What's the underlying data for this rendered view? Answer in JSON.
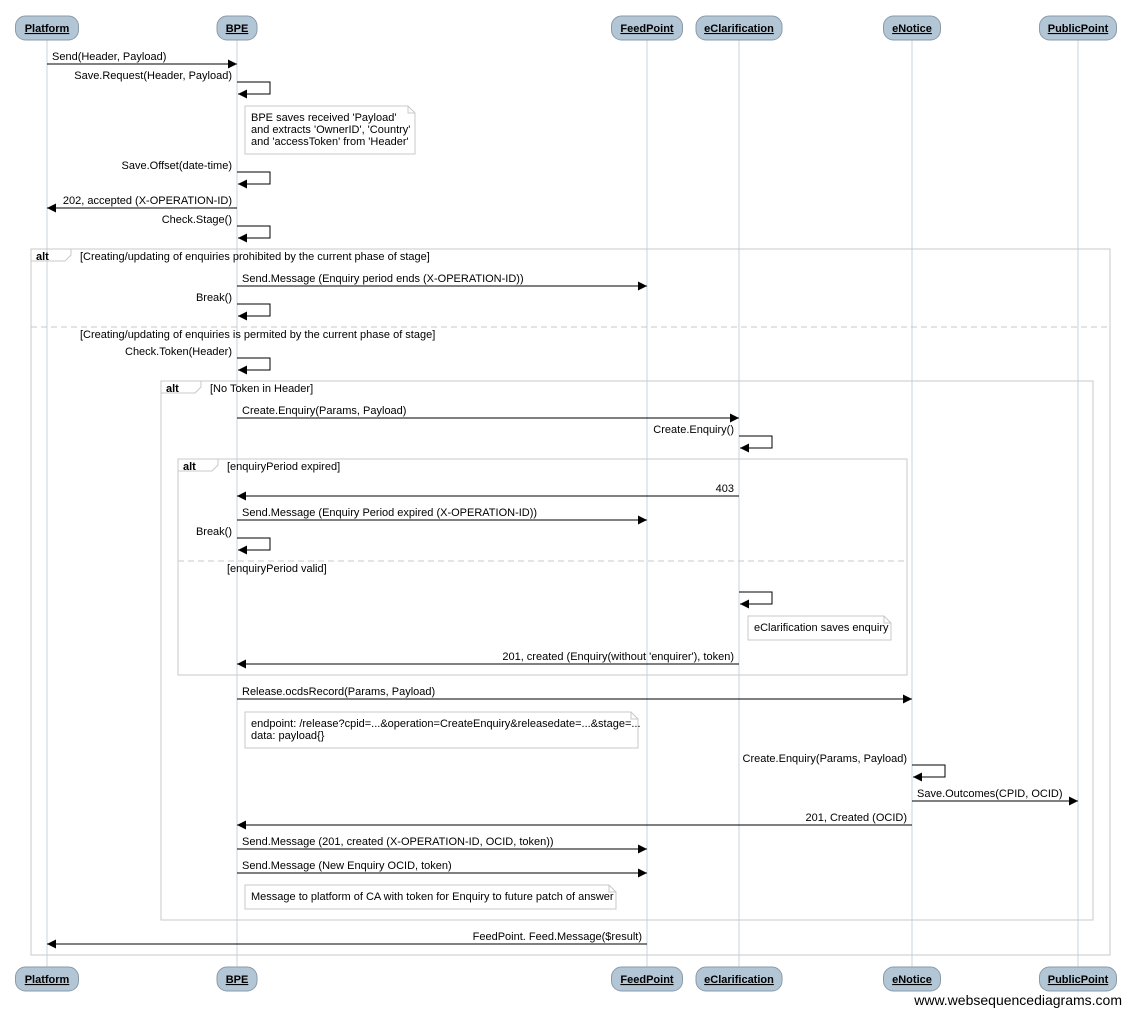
{
  "participants": [
    {
      "id": "platform",
      "label": "Platform"
    },
    {
      "id": "bpe",
      "label": "BPE"
    },
    {
      "id": "feedpoint",
      "label": "FeedPoint"
    },
    {
      "id": "eclarification",
      "label": "eClarification"
    },
    {
      "id": "enotice",
      "label": "eNotice"
    },
    {
      "id": "publicpoint",
      "label": "PublicPoint"
    }
  ],
  "messages": [
    {
      "from": "platform",
      "to": "bpe",
      "label": "Send(Header, Payload)"
    },
    {
      "from": "bpe",
      "to": "bpe",
      "label": "Save.Request(Header, Payload)"
    },
    {
      "from": "bpe",
      "to": "bpe",
      "label": "Save.Offset(date-time)"
    },
    {
      "from": "bpe",
      "to": "platform",
      "label": "202, accepted (X-OPERATION-ID)"
    },
    {
      "from": "bpe",
      "to": "bpe",
      "label": "Check.Stage()"
    },
    {
      "from": "bpe",
      "to": "feedpoint",
      "label": "Send.Message (Enquiry period ends (X-OPERATION-ID))"
    },
    {
      "from": "bpe",
      "to": "bpe",
      "label": "Break()"
    },
    {
      "from": "bpe",
      "to": "bpe",
      "label": "Check.Token(Header)"
    },
    {
      "from": "bpe",
      "to": "eclarification",
      "label": "Create.Enquiry(Params, Payload)"
    },
    {
      "from": "eclarification",
      "to": "eclarification",
      "label": "Create.Enquiry()"
    },
    {
      "from": "eclarification",
      "to": "bpe",
      "label": "403"
    },
    {
      "from": "bpe",
      "to": "feedpoint",
      "label": "Send.Message (Enquiry Period expired (X-OPERATION-ID))"
    },
    {
      "from": "bpe",
      "to": "bpe",
      "label": "Break()"
    },
    {
      "from": "eclarification",
      "to": "eclarification",
      "label": ""
    },
    {
      "from": "eclarification",
      "to": "bpe",
      "label": "201, created (Enquiry(without 'enquirer'), token)"
    },
    {
      "from": "bpe",
      "to": "enotice",
      "label": "Release.ocdsRecord(Params, Payload)"
    },
    {
      "from": "enotice",
      "to": "enotice",
      "label": "Create.Enquiry(Params, Payload)"
    },
    {
      "from": "enotice",
      "to": "publicpoint",
      "label": "Save.Outcomes(CPID, OCID)"
    },
    {
      "from": "enotice",
      "to": "bpe",
      "label": "201, Created (OCID)"
    },
    {
      "from": "bpe",
      "to": "feedpoint",
      "label": "Send.Message (201, created (X-OPERATION-ID, OCID, token))"
    },
    {
      "from": "bpe",
      "to": "feedpoint",
      "label": "Send.Message (New Enquiry OCID, token)"
    },
    {
      "from": "feedpoint",
      "to": "platform",
      "label": "FeedPoint. Feed.Message($result)"
    }
  ],
  "notes": [
    {
      "lines": [
        "BPE saves received 'Payload'",
        "and extracts 'OwnerID', 'Country'",
        "and 'accessToken' from 'Header'"
      ]
    },
    {
      "lines": [
        "eClarification saves enquiry"
      ]
    },
    {
      "lines": [
        "endpoint: /release?cpid=...&operation=CreateEnquiry&releasedate=...&stage=...",
        "data: payload{}"
      ]
    },
    {
      "lines": [
        "Message to platform of CA with token for Enquiry to future patch of answer"
      ]
    }
  ],
  "fragments": [
    {
      "keyword": "alt",
      "conditions": [
        "[Creating/updating of enquiries prohibited by the current phase of stage]",
        "[Creating/updating of enquiries is permited by the current phase of stage]"
      ]
    },
    {
      "keyword": "alt",
      "conditions": [
        "[No Token in Header]"
      ]
    },
    {
      "keyword": "alt",
      "conditions": [
        "[enquiryPeriod expired]",
        "[enquiryPeriod valid]"
      ]
    }
  ],
  "watermark": "www.websequencediagrams.com",
  "colors": {
    "actor_fill": "#b3c6d6",
    "actor_stroke": "#8a9aa8",
    "lifeline": "#c9d3dc",
    "fragment_stroke": "#c8c8c8",
    "note_stroke": "#c8c8c8",
    "line": "#000000"
  }
}
